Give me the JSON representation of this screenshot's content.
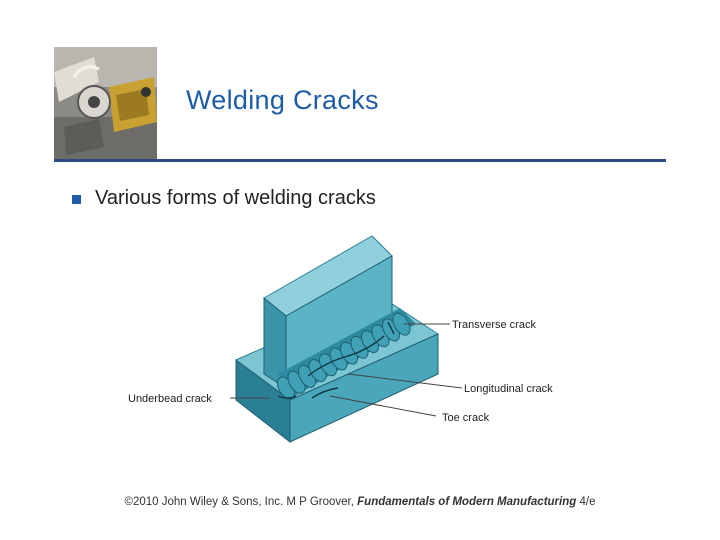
{
  "slide": {
    "title": "Welding Cracks",
    "bullet": "Various forms of welding cracks"
  },
  "figure": {
    "labels": {
      "transverse": "Transverse crack",
      "longitudinal": "Longitudinal crack",
      "underbead": "Underbead crack",
      "toe": "Toe crack"
    }
  },
  "footer": {
    "prefix": "©2010 John Wiley & Sons, Inc.  M P Groover, ",
    "book": "Fundamentals of Modern Manufacturing",
    "suffix": " 4/e"
  },
  "colors": {
    "accent": "#1f5ca8",
    "rule": "#2a4c80",
    "plate_light": "#7cc6d4",
    "plate_mid": "#4aa6ba",
    "plate_dark": "#2b7f94"
  }
}
